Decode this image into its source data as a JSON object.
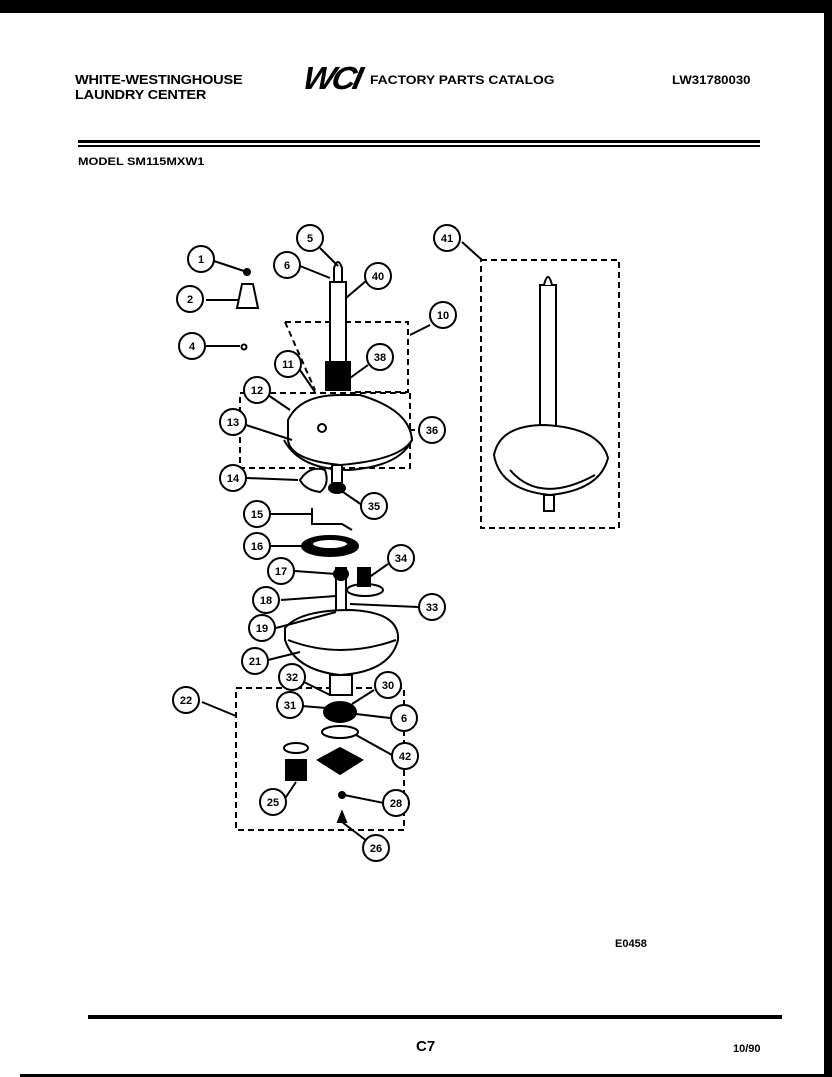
{
  "header": {
    "brand_line1": "WHITE-WESTINGHOUSE",
    "brand_line2": "LAUNDRY CENTER",
    "logo": "WCI",
    "catalog_title": "FACTORY PARTS CATALOG",
    "catalog_number": "LW31780030",
    "model_label": "MODEL SM115MXW1"
  },
  "diagram": {
    "code": "E0458",
    "callouts": [
      "1",
      "2",
      "4",
      "5",
      "6",
      "40",
      "10",
      "38",
      "11",
      "12",
      "13",
      "36",
      "14",
      "35",
      "15",
      "16",
      "17",
      "34",
      "18",
      "33",
      "19",
      "21",
      "22",
      "32",
      "30",
      "31",
      "6",
      "42",
      "25",
      "28",
      "26",
      "41"
    ]
  },
  "footer": {
    "page_code": "C7",
    "date_code": "10/90"
  },
  "colors": {
    "ink": "#000000",
    "paper": "#ffffff"
  }
}
